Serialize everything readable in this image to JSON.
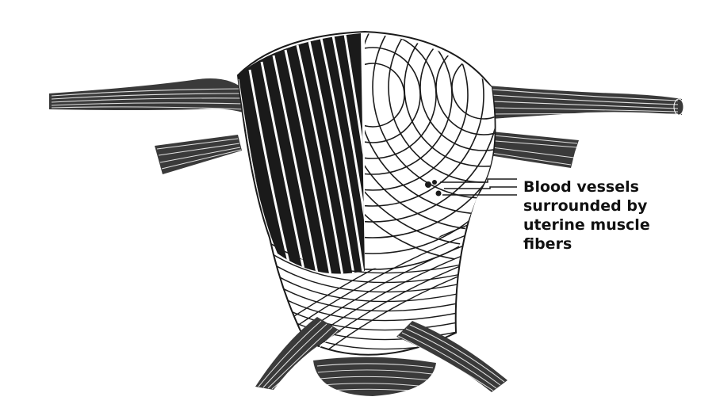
{
  "diagram": {
    "annotation": {
      "lines": [
        "Blood vessels",
        "surrounded by",
        "uterine muscle",
        "fibers"
      ]
    },
    "colors": {
      "background": "#ffffff",
      "ink": "#1a1a1a",
      "fiber_light": "#ffffff"
    },
    "parts": {
      "left_panel": "dark muscle fibers",
      "right_panel": "interlacing muscle fibers",
      "lower_body": "crossing spiral fibers"
    }
  }
}
